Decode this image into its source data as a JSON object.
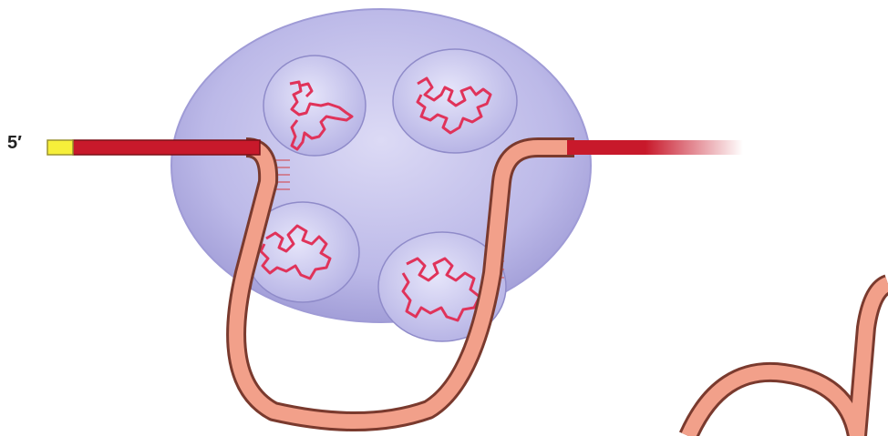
{
  "labels": {
    "five_prime_end": "5′"
  },
  "colors": {
    "background": "#ffffff",
    "spliceosome_body": "#b9b6e6",
    "spliceosome_edge": "#8f8bc9",
    "snrnp_fill": "#c6c4ef",
    "snrna_strand": "#e0335a",
    "exon": "#c8192b",
    "intron": "#f2a08a",
    "intron_outline": "#7a3a2e",
    "cap": "#f6ef3a",
    "base_pairing": "#d06a7a"
  },
  "components": {
    "spliceosome": "spliceosome-body",
    "snrnp_count": 4,
    "strands": [
      "5-prime-cap",
      "upstream-exon",
      "intron-loop",
      "downstream-exon",
      "released-lariat"
    ]
  }
}
